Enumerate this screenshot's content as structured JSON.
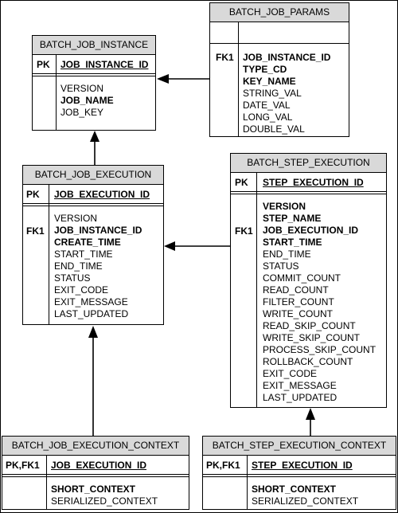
{
  "entities": {
    "batch_job_params": {
      "title": "BATCH_JOB_PARAMS",
      "key_label": "FK1",
      "attributes": [
        {
          "name": "JOB_INSTANCE_ID",
          "bold": true
        },
        {
          "name": "TYPE_CD",
          "bold": true
        },
        {
          "name": "KEY_NAME",
          "bold": true
        },
        {
          "name": "STRING_VAL",
          "bold": false
        },
        {
          "name": "DATE_VAL",
          "bold": false
        },
        {
          "name": "LONG_VAL",
          "bold": false
        },
        {
          "name": "DOUBLE_VAL",
          "bold": false
        }
      ]
    },
    "batch_job_instance": {
      "title": "BATCH_JOB_INSTANCE",
      "pk_label": "PK",
      "pk_name": "JOB_INSTANCE_ID",
      "attributes": [
        {
          "name": "VERSION",
          "bold": false
        },
        {
          "name": "JOB_NAME",
          "bold": true
        },
        {
          "name": "JOB_KEY",
          "bold": false
        }
      ]
    },
    "batch_job_execution": {
      "title": "BATCH_JOB_EXECUTION",
      "pk_label": "PK",
      "pk_name": "JOB_EXECUTION_ID",
      "fk_label": "FK1",
      "attributes": [
        {
          "name": "VERSION",
          "bold": false
        },
        {
          "name": "JOB_INSTANCE_ID",
          "bold": true
        },
        {
          "name": "CREATE_TIME",
          "bold": true
        },
        {
          "name": "START_TIME",
          "bold": false
        },
        {
          "name": "END_TIME",
          "bold": false
        },
        {
          "name": "STATUS",
          "bold": false
        },
        {
          "name": "EXIT_CODE",
          "bold": false
        },
        {
          "name": "EXIT_MESSAGE",
          "bold": false
        },
        {
          "name": "LAST_UPDATED",
          "bold": false
        }
      ]
    },
    "batch_step_execution": {
      "title": "BATCH_STEP_EXECUTION",
      "pk_label": "PK",
      "pk_name": "STEP_EXECUTION_ID",
      "fk_label": "FK1",
      "attributes": [
        {
          "name": "VERSION",
          "bold": true
        },
        {
          "name": "STEP_NAME",
          "bold": true
        },
        {
          "name": "JOB_EXECUTION_ID",
          "bold": true
        },
        {
          "name": "START_TIME",
          "bold": true
        },
        {
          "name": "END_TIME",
          "bold": false
        },
        {
          "name": "STATUS",
          "bold": false
        },
        {
          "name": "COMMIT_COUNT",
          "bold": false
        },
        {
          "name": "READ_COUNT",
          "bold": false
        },
        {
          "name": "FILTER_COUNT",
          "bold": false
        },
        {
          "name": "WRITE_COUNT",
          "bold": false
        },
        {
          "name": "READ_SKIP_COUNT",
          "bold": false
        },
        {
          "name": "WRITE_SKIP_COUNT",
          "bold": false
        },
        {
          "name": "PROCESS_SKIP_COUNT",
          "bold": false
        },
        {
          "name": "ROLLBACK_COUNT",
          "bold": false
        },
        {
          "name": "EXIT_CODE",
          "bold": false
        },
        {
          "name": "EXIT_MESSAGE",
          "bold": false
        },
        {
          "name": "LAST_UPDATED",
          "bold": false
        }
      ]
    },
    "batch_job_execution_context": {
      "title": "BATCH_JOB_EXECUTION_CONTEXT",
      "pk_label": "PK,FK1",
      "pk_name": "JOB_EXECUTION_ID",
      "attributes": [
        {
          "name": "SHORT_CONTEXT",
          "bold": true
        },
        {
          "name": "SERIALIZED_CONTEXT",
          "bold": false
        }
      ]
    },
    "batch_step_execution_context": {
      "title": "BATCH_STEP_EXECUTION_CONTEXT",
      "pk_label": "PK,FK1",
      "pk_name": "STEP_EXECUTION_ID",
      "attributes": [
        {
          "name": "SHORT_CONTEXT",
          "bold": true
        },
        {
          "name": "SERIALIZED_CONTEXT",
          "bold": false
        }
      ]
    }
  },
  "colors": {
    "header_fill": "#d9d9d9",
    "line": "#000000"
  }
}
